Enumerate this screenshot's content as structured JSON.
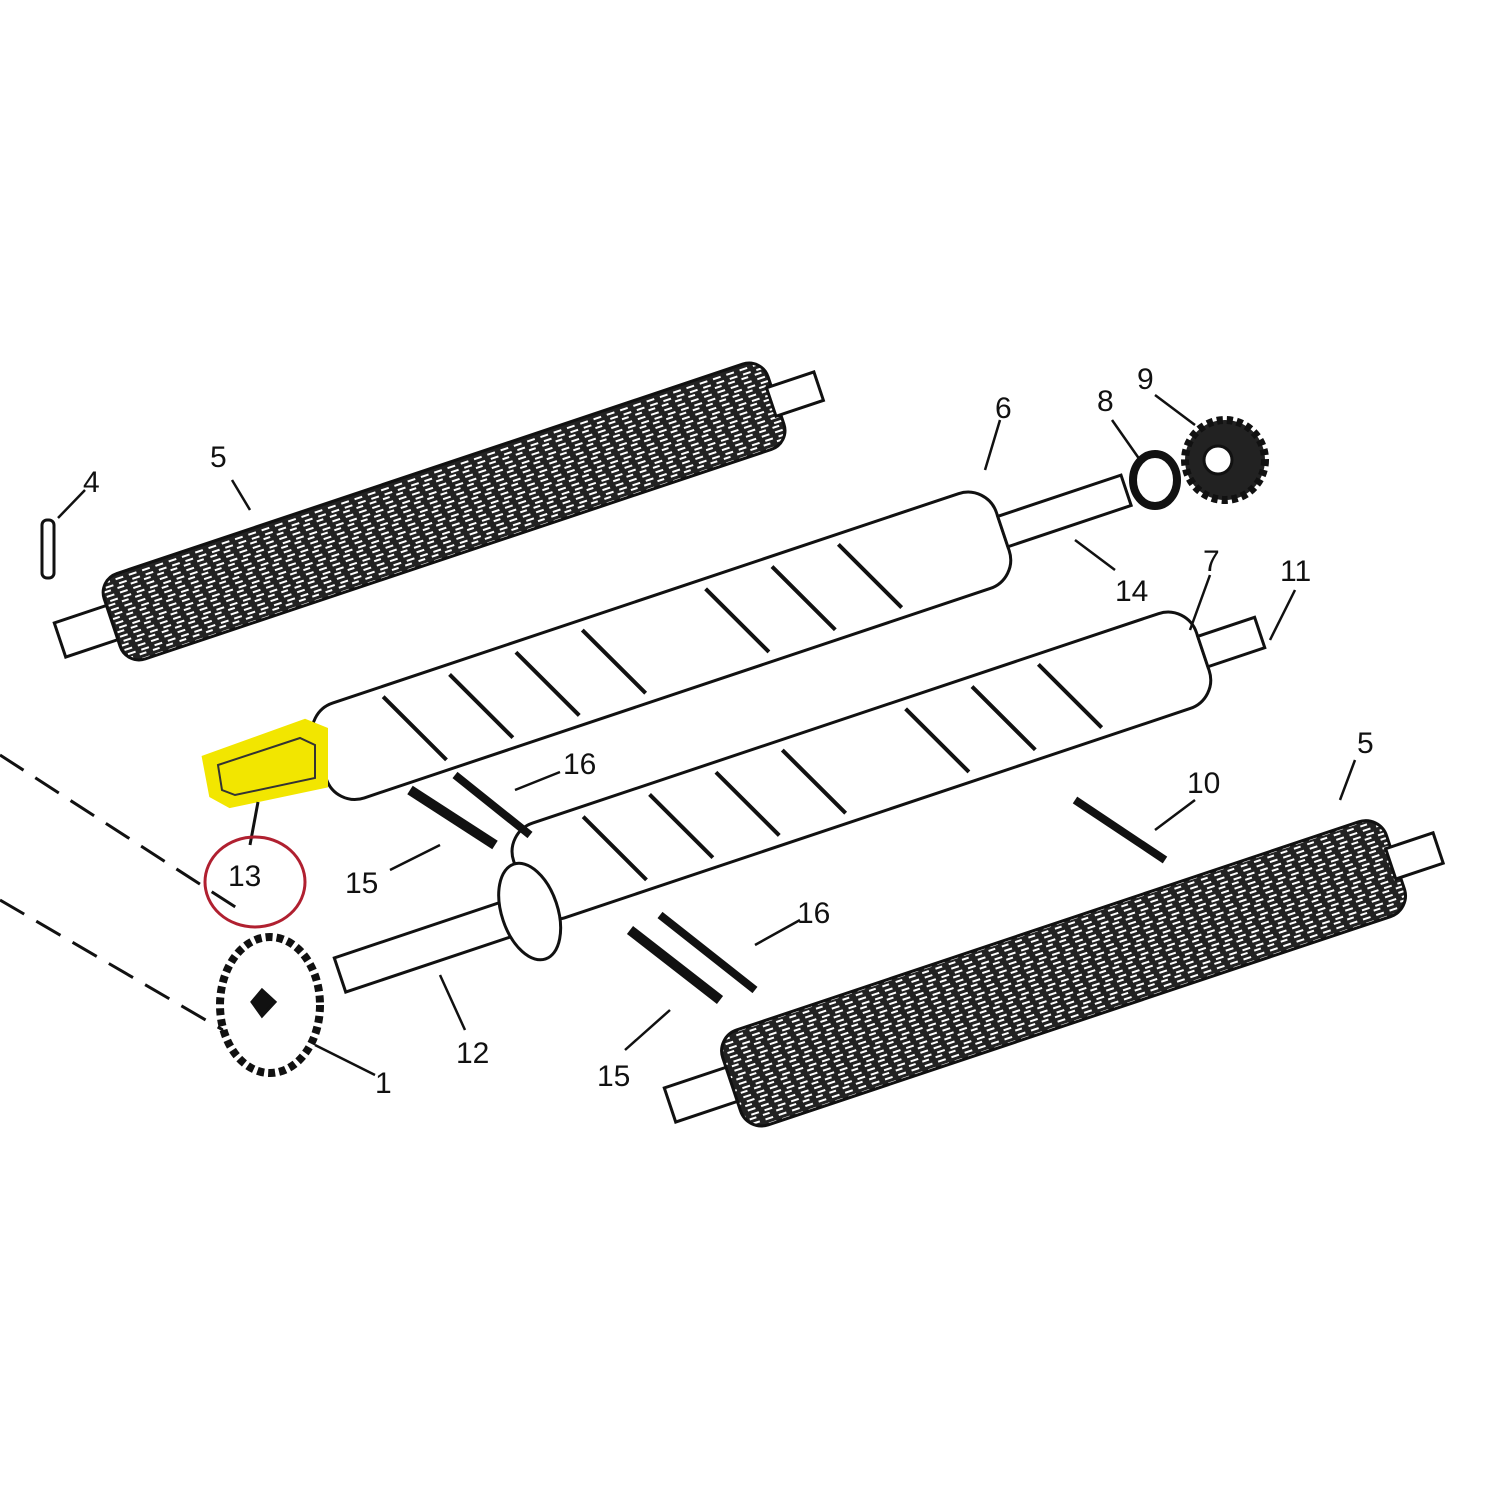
{
  "diagram": {
    "labels": {
      "roller_top": "5",
      "pin": "4",
      "spiral_shaft_top": "6",
      "bearing": "8",
      "sprocket_small": "9",
      "shaft_end_top": "14",
      "spiral_shaft_bottom": "7",
      "shaft_end_bottom": "11",
      "key_upper": "16",
      "highlighted_part": "13",
      "pin_upper": "15",
      "pin_right": "10",
      "roller_bottom": "5",
      "key_lower": "16",
      "main_shaft": "12",
      "pin_lower": "15",
      "sprocket_large": "1"
    },
    "colors": {
      "highlight": "#f2e600",
      "circle_annotation": "#b02030",
      "ink": "#111111"
    }
  }
}
